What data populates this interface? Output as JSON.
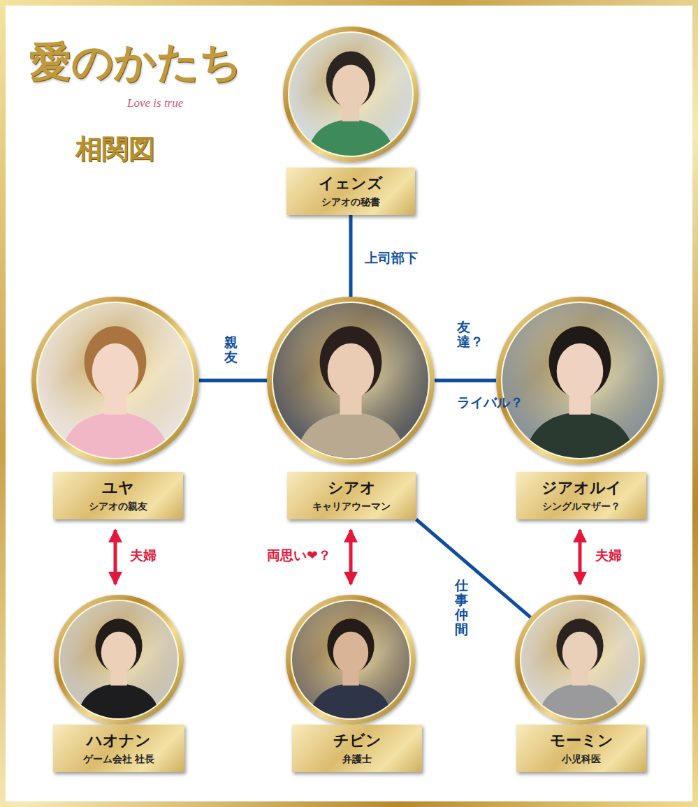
{
  "diagram": {
    "title": "愛のかたち",
    "nodes": [
      {
        "text": [
          "イェンズ",
          "シアオの秘書"
        ]
      },
      {
        "text": [
          "ユヤ",
          "シアオの親友"
        ]
      },
      {
        "text": [
          "シアオ",
          "キャリアウーマン"
        ]
      },
      {
        "text": [
          "ジアオルイ",
          "シングルマザー？"
        ]
      },
      {
        "text": [
          "ハオナン",
          "ゲーム会社 社長"
        ]
      },
      {
        "text": [
          "チビン",
          "弁護士"
        ]
      },
      {
        "text": [
          "モーミン",
          "小児科医"
        ]
      }
    ],
    "edges": [
      {
        "from": 2,
        "to": 0,
        "arrow": "none",
        "label": "上司部下"
      },
      {
        "from": 1,
        "to": 2,
        "arrow": "none",
        "label": "親友"
      },
      {
        "from": 2,
        "to": 3,
        "arrow": "none",
        "label": "友達？"
      },
      {
        "from": 1,
        "to": 4,
        "arrow": "both",
        "label": "夫婦"
      },
      {
        "from": 2,
        "to": 5,
        "arrow": "both",
        "label": "両思い❤？"
      },
      {
        "from": 2,
        "to": 6,
        "arrow": "none",
        "label": "仕事仲間"
      },
      {
        "from": 3,
        "to": 6,
        "arrow": "both",
        "label": "夫婦"
      }
    ],
    "labels": [
      "Love is true",
      "相関図",
      "ライバル？"
    ]
  }
}
